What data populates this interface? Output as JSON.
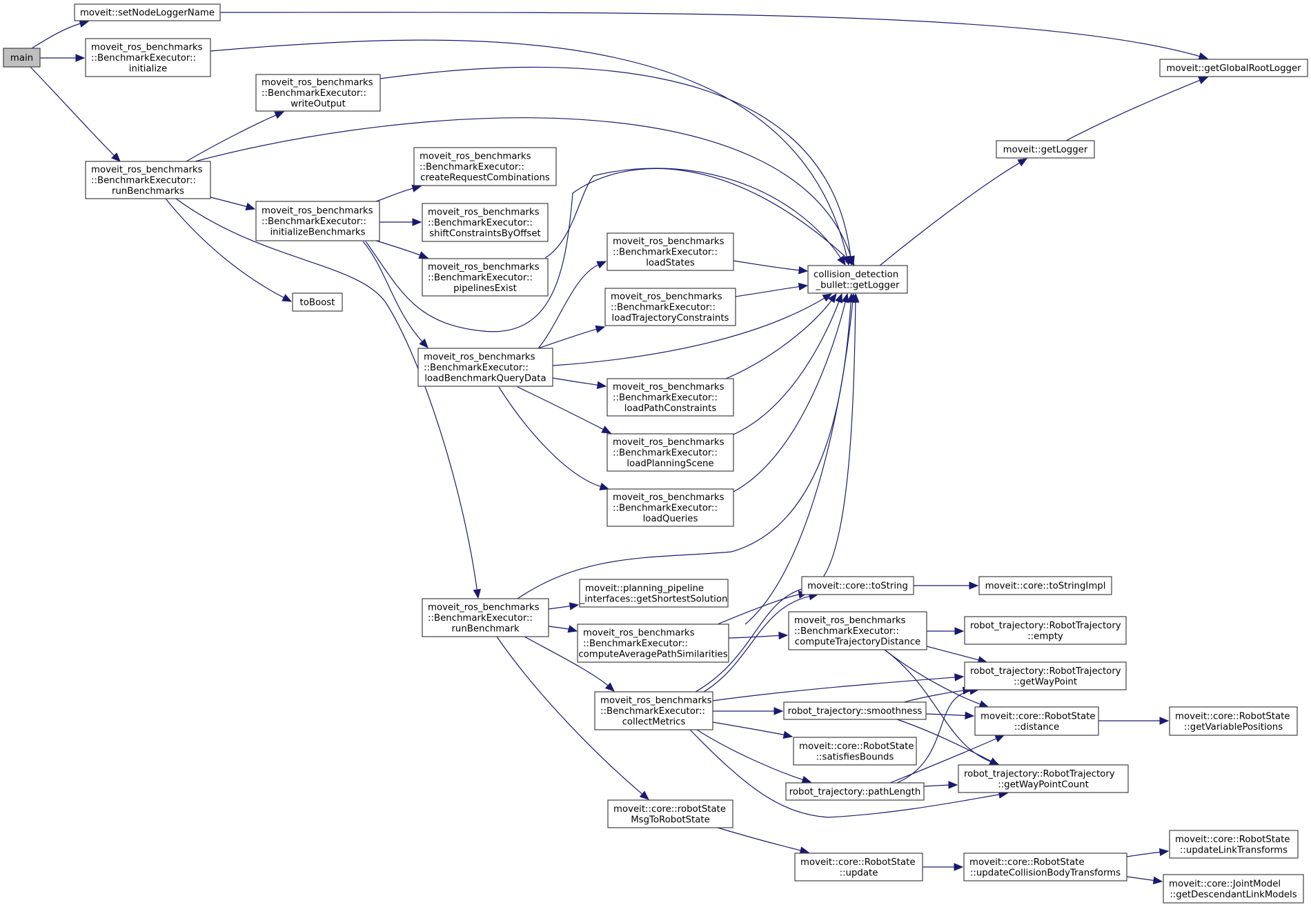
{
  "diagram": {
    "type": "call-graph",
    "edge_color": "#191970",
    "root_fill": "#bfbfbf",
    "nodes": [
      {
        "id": "main",
        "lines": [
          "main"
        ],
        "root": true
      },
      {
        "id": "setNodeLoggerName",
        "lines": [
          "moveit::setNodeLoggerName"
        ]
      },
      {
        "id": "initialize",
        "lines": [
          "moveit_ros_benchmarks",
          "::BenchmarkExecutor::",
          "initialize"
        ]
      },
      {
        "id": "writeOutput",
        "lines": [
          "moveit_ros_benchmarks",
          "::BenchmarkExecutor::",
          "writeOutput"
        ]
      },
      {
        "id": "runBenchmarks",
        "lines": [
          "moveit_ros_benchmarks",
          "::BenchmarkExecutor::",
          "runBenchmarks"
        ]
      },
      {
        "id": "initializeBenchmarks",
        "lines": [
          "moveit_ros_benchmarks",
          "::BenchmarkExecutor::",
          "initializeBenchmarks"
        ]
      },
      {
        "id": "createRequestCombinations",
        "lines": [
          "moveit_ros_benchmarks",
          "::BenchmarkExecutor::",
          "createRequestCombinations"
        ]
      },
      {
        "id": "shiftConstraintsByOffset",
        "lines": [
          "moveit_ros_benchmarks",
          "::BenchmarkExecutor::",
          "shiftConstraintsByOffset"
        ]
      },
      {
        "id": "pipelinesExist",
        "lines": [
          "moveit_ros_benchmarks",
          "::BenchmarkExecutor::",
          "pipelinesExist"
        ]
      },
      {
        "id": "toBoost",
        "lines": [
          "toBoost"
        ]
      },
      {
        "id": "getGlobalRootLogger",
        "lines": [
          "moveit::getGlobalRootLogger"
        ]
      },
      {
        "id": "getLogger",
        "lines": [
          "moveit::getLogger"
        ]
      },
      {
        "id": "cdGetLogger",
        "lines": [
          "collision_detection",
          "_bullet::getLogger"
        ]
      },
      {
        "id": "loadStates",
        "lines": [
          "moveit_ros_benchmarks",
          "::BenchmarkExecutor::",
          "loadStates"
        ]
      },
      {
        "id": "loadTrajectoryConstraints",
        "lines": [
          "moveit_ros_benchmarks",
          "::BenchmarkExecutor::",
          "loadTrajectoryConstraints"
        ]
      },
      {
        "id": "loadBenchmarkQueryData",
        "lines": [
          "moveit_ros_benchmarks",
          "::BenchmarkExecutor::",
          "loadBenchmarkQueryData"
        ]
      },
      {
        "id": "loadPathConstraints",
        "lines": [
          "moveit_ros_benchmarks",
          "::BenchmarkExecutor::",
          "loadPathConstraints"
        ]
      },
      {
        "id": "loadPlanningScene",
        "lines": [
          "moveit_ros_benchmarks",
          "::BenchmarkExecutor::",
          "loadPlanningScene"
        ]
      },
      {
        "id": "loadQueries",
        "lines": [
          "moveit_ros_benchmarks",
          "::BenchmarkExecutor::",
          "loadQueries"
        ]
      },
      {
        "id": "runBenchmark",
        "lines": [
          "moveit_ros_benchmarks",
          "::BenchmarkExecutor::",
          "runBenchmark"
        ]
      },
      {
        "id": "getShortestSolution",
        "lines": [
          "moveit::planning_pipeline",
          "_interfaces::getShortestSolution"
        ]
      },
      {
        "id": "computeAveragePathSimilarities",
        "lines": [
          "moveit_ros_benchmarks",
          "::BenchmarkExecutor::",
          "computeAveragePathSimilarities"
        ]
      },
      {
        "id": "collectMetrics",
        "lines": [
          "moveit_ros_benchmarks",
          "::BenchmarkExecutor::",
          "collectMetrics"
        ]
      },
      {
        "id": "robotStateMsgToRobotState",
        "lines": [
          "moveit::core::robotState",
          "MsgToRobotState"
        ]
      },
      {
        "id": "toString",
        "lines": [
          "moveit::core::toString"
        ]
      },
      {
        "id": "toStringImpl",
        "lines": [
          "moveit::core::toStringImpl"
        ]
      },
      {
        "id": "computeTrajectoryDistance",
        "lines": [
          "moveit_ros_benchmarks",
          "::BenchmarkExecutor::",
          "computeTrajectoryDistance"
        ]
      },
      {
        "id": "empty",
        "lines": [
          "robot_trajectory::RobotTrajectory",
          "::empty"
        ]
      },
      {
        "id": "getWayPoint",
        "lines": [
          "robot_trajectory::RobotTrajectory",
          "::getWayPoint"
        ]
      },
      {
        "id": "smoothness",
        "lines": [
          "robot_trajectory::smoothness"
        ]
      },
      {
        "id": "satisfiesBounds",
        "lines": [
          "moveit::core::RobotState",
          "::satisfiesBounds"
        ]
      },
      {
        "id": "pathLength",
        "lines": [
          "robot_trajectory::pathLength"
        ]
      },
      {
        "id": "distance",
        "lines": [
          "moveit::core::RobotState",
          "::distance"
        ]
      },
      {
        "id": "getWayPointCount",
        "lines": [
          "robot_trajectory::RobotTrajectory",
          "::getWayPointCount"
        ]
      },
      {
        "id": "getVariablePositions",
        "lines": [
          "moveit::core::RobotState",
          "::getVariablePositions"
        ]
      },
      {
        "id": "update",
        "lines": [
          "moveit::core::RobotState",
          "::update"
        ]
      },
      {
        "id": "updateCollisionBodyTransforms",
        "lines": [
          "moveit::core::RobotState",
          "::updateCollisionBodyTransforms"
        ]
      },
      {
        "id": "updateLinkTransforms",
        "lines": [
          "moveit::core::RobotState",
          "::updateLinkTransforms"
        ]
      },
      {
        "id": "getDescendantLinkModels",
        "lines": [
          "moveit::core::JointModel",
          "::getDescendantLinkModels"
        ]
      }
    ],
    "edges": [
      {
        "from": "main",
        "to": "setNodeLoggerName"
      },
      {
        "from": "main",
        "to": "initialize"
      },
      {
        "from": "main",
        "to": "runBenchmarks"
      },
      {
        "from": "setNodeLoggerName",
        "to": "getGlobalRootLogger"
      },
      {
        "from": "initialize",
        "to": "cdGetLogger"
      },
      {
        "from": "writeOutput",
        "to": "cdGetLogger"
      },
      {
        "from": "runBenchmarks",
        "to": "writeOutput"
      },
      {
        "from": "runBenchmarks",
        "to": "cdGetLogger"
      },
      {
        "from": "runBenchmarks",
        "to": "initializeBenchmarks"
      },
      {
        "from": "runBenchmarks",
        "to": "toBoost"
      },
      {
        "from": "runBenchmarks",
        "to": "runBenchmark"
      },
      {
        "from": "initializeBenchmarks",
        "to": "createRequestCombinations"
      },
      {
        "from": "initializeBenchmarks",
        "to": "shiftConstraintsByOffset"
      },
      {
        "from": "initializeBenchmarks",
        "to": "pipelinesExist"
      },
      {
        "from": "initializeBenchmarks",
        "to": "cdGetLogger"
      },
      {
        "from": "initializeBenchmarks",
        "to": "loadBenchmarkQueryData"
      },
      {
        "from": "pipelinesExist",
        "to": "cdGetLogger"
      },
      {
        "from": "getLogger",
        "to": "getGlobalRootLogger"
      },
      {
        "from": "cdGetLogger",
        "to": "getLogger"
      },
      {
        "from": "loadStates",
        "to": "cdGetLogger"
      },
      {
        "from": "loadTrajectoryConstraints",
        "to": "cdGetLogger"
      },
      {
        "from": "loadBenchmarkQueryData",
        "to": "loadStates"
      },
      {
        "from": "loadBenchmarkQueryData",
        "to": "loadTrajectoryConstraints"
      },
      {
        "from": "loadBenchmarkQueryData",
        "to": "cdGetLogger"
      },
      {
        "from": "loadBenchmarkQueryData",
        "to": "loadPathConstraints"
      },
      {
        "from": "loadBenchmarkQueryData",
        "to": "loadPlanningScene"
      },
      {
        "from": "loadBenchmarkQueryData",
        "to": "loadQueries"
      },
      {
        "from": "loadPathConstraints",
        "to": "cdGetLogger"
      },
      {
        "from": "loadPlanningScene",
        "to": "cdGetLogger"
      },
      {
        "from": "loadQueries",
        "to": "cdGetLogger"
      },
      {
        "from": "runBenchmark",
        "to": "cdGetLogger"
      },
      {
        "from": "runBenchmark",
        "to": "getShortestSolution"
      },
      {
        "from": "runBenchmark",
        "to": "computeAveragePathSimilarities"
      },
      {
        "from": "runBenchmark",
        "to": "collectMetrics"
      },
      {
        "from": "runBenchmark",
        "to": "robotStateMsgToRobotState"
      },
      {
        "from": "computeAveragePathSimilarities",
        "to": "cdGetLogger"
      },
      {
        "from": "computeAveragePathSimilarities",
        "to": "toString"
      },
      {
        "from": "computeAveragePathSimilarities",
        "to": "computeTrajectoryDistance"
      },
      {
        "from": "collectMetrics",
        "to": "cdGetLogger"
      },
      {
        "from": "collectMetrics",
        "to": "toString"
      },
      {
        "from": "collectMetrics",
        "to": "getWayPoint"
      },
      {
        "from": "collectMetrics",
        "to": "smoothness"
      },
      {
        "from": "collectMetrics",
        "to": "satisfiesBounds"
      },
      {
        "from": "collectMetrics",
        "to": "pathLength"
      },
      {
        "from": "collectMetrics",
        "to": "getWayPointCount"
      },
      {
        "from": "toString",
        "to": "toStringImpl"
      },
      {
        "from": "computeTrajectoryDistance",
        "to": "empty"
      },
      {
        "from": "computeTrajectoryDistance",
        "to": "getWayPoint"
      },
      {
        "from": "computeTrajectoryDistance",
        "to": "distance"
      },
      {
        "from": "computeTrajectoryDistance",
        "to": "getWayPointCount"
      },
      {
        "from": "smoothness",
        "to": "getWayPoint"
      },
      {
        "from": "smoothness",
        "to": "distance"
      },
      {
        "from": "smoothness",
        "to": "getWayPointCount"
      },
      {
        "from": "pathLength",
        "to": "getWayPoint"
      },
      {
        "from": "pathLength",
        "to": "distance"
      },
      {
        "from": "pathLength",
        "to": "getWayPointCount"
      },
      {
        "from": "distance",
        "to": "getVariablePositions"
      },
      {
        "from": "robotStateMsgToRobotState",
        "to": "update"
      },
      {
        "from": "update",
        "to": "updateCollisionBodyTransforms"
      },
      {
        "from": "updateCollisionBodyTransforms",
        "to": "updateLinkTransforms"
      },
      {
        "from": "updateCollisionBodyTransforms",
        "to": "getDescendantLinkModels"
      }
    ]
  }
}
